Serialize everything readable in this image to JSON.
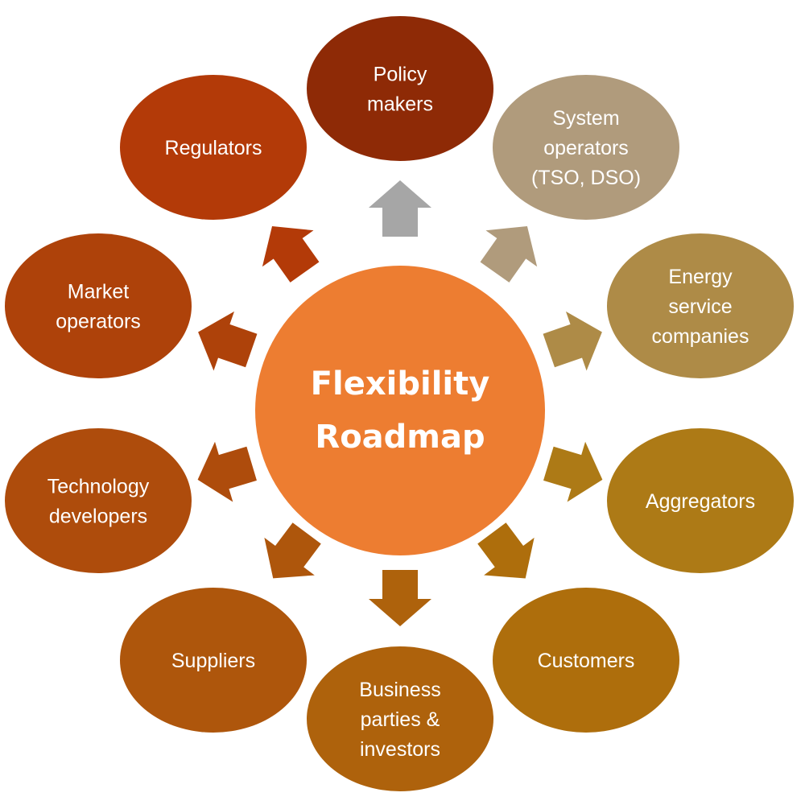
{
  "center": {
    "lines": [
      "Flexibility",
      "Roadmap"
    ],
    "color": "#ED7D31"
  },
  "stakeholders": [
    {
      "id": "policy-makers",
      "lines": [
        "Policy",
        "makers"
      ],
      "color": "#8E2A06",
      "arrow_color": "#A6A6A6"
    },
    {
      "id": "system-operators",
      "lines": [
        "System",
        "operators",
        "(TSO, DSO)"
      ],
      "color": "#B09B7C",
      "arrow_color": "#B09B7C"
    },
    {
      "id": "energy-service-companies",
      "lines": [
        "Energy",
        "service",
        "companies"
      ],
      "color": "#AE8B47",
      "arrow_color": "#AE8B47"
    },
    {
      "id": "aggregators",
      "lines": [
        "Aggregators"
      ],
      "color": "#AD7A16",
      "arrow_color": "#AD7A16"
    },
    {
      "id": "customers",
      "lines": [
        "Customers"
      ],
      "color": "#AE6E0C",
      "arrow_color": "#AE6E0C"
    },
    {
      "id": "business-parties-investors",
      "lines": [
        "Business",
        "parties &",
        "investors"
      ],
      "color": "#AE620C",
      "arrow_color": "#AE620C"
    },
    {
      "id": "suppliers",
      "lines": [
        "Suppliers"
      ],
      "color": "#AE560C",
      "arrow_color": "#AE560C"
    },
    {
      "id": "technology-developers",
      "lines": [
        "Technology",
        "developers"
      ],
      "color": "#AE4C0C",
      "arrow_color": "#AE4C0C"
    },
    {
      "id": "market-operators",
      "lines": [
        "Market",
        "operators"
      ],
      "color": "#AE420A",
      "arrow_color": "#AE420A"
    },
    {
      "id": "regulators",
      "lines": [
        "Regulators"
      ],
      "color": "#B33A08",
      "arrow_color": "#B33A08"
    }
  ]
}
